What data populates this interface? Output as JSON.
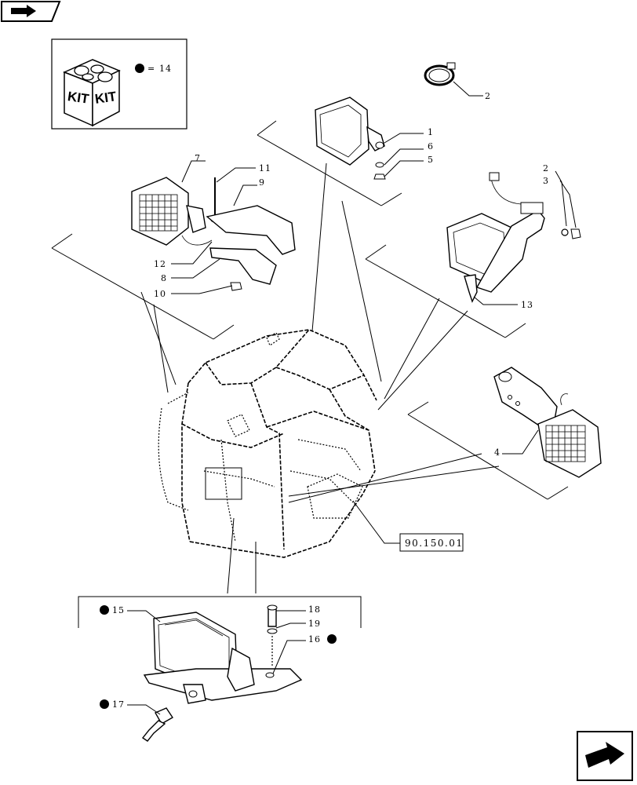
{
  "kit_legend": {
    "kit_labels": [
      "KIT",
      "KIT"
    ],
    "equals": "=",
    "value": "14"
  },
  "callouts": {
    "c1": "1",
    "c2a": "2",
    "c2b": "2",
    "c3": "3",
    "c4": "4",
    "c5": "5",
    "c6": "6",
    "c7": "7",
    "c8": "8",
    "c9": "9",
    "c10": "10",
    "c11": "11",
    "c12": "12",
    "c13": "13",
    "c15": "15",
    "c16": "16",
    "c17": "17",
    "c18": "18",
    "c19": "19"
  },
  "reference_box": "90.150.01",
  "icons": {
    "top_left": "previous-page-icon",
    "bottom_right": "next-page-icon"
  }
}
